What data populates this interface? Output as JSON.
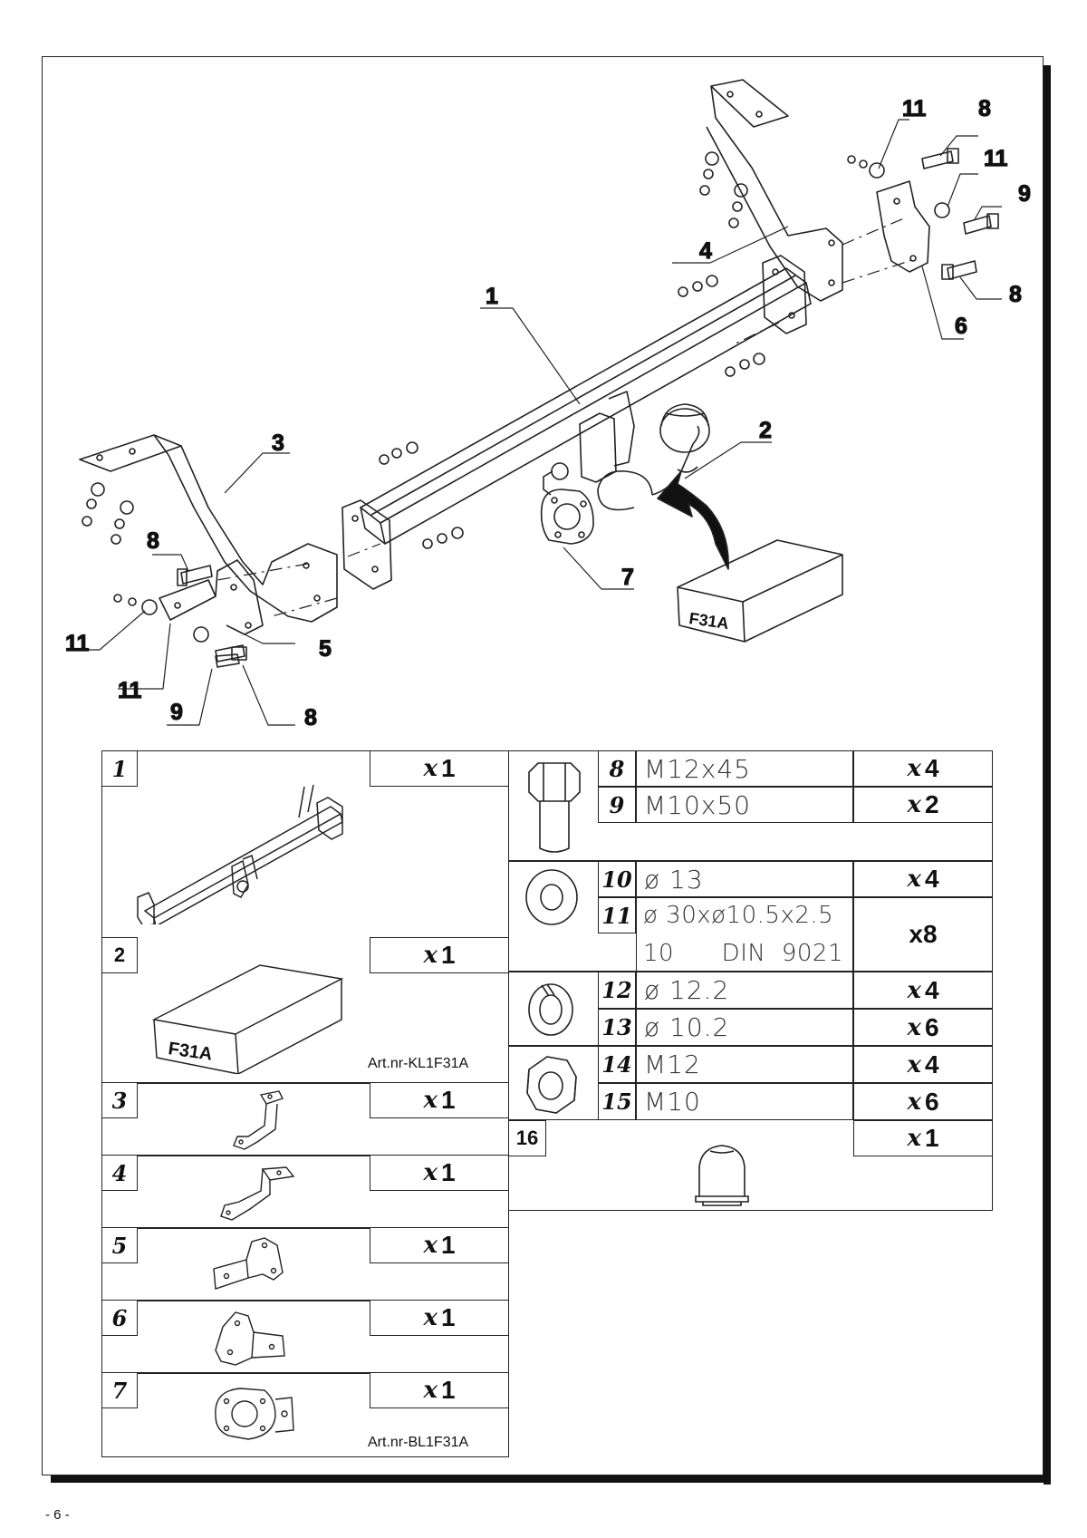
{
  "callouts": {
    "c1": "1",
    "c2": "2",
    "c3": "3",
    "c4": "4",
    "c5": "5",
    "c6": "6",
    "c7": "7",
    "c8a": "8",
    "c8b": "8",
    "c8c": "8",
    "c8d": "8",
    "c9a": "9",
    "c9b": "9",
    "c11a": "11",
    "c11b": "11",
    "c11c": "11",
    "c11d": "11"
  },
  "box_label": "F31A",
  "parts_left": [
    {
      "num": "1",
      "qty_x": "x",
      "qty": "1",
      "note": ""
    },
    {
      "num": "2",
      "qty_x": "x",
      "qty": "1",
      "note": "Art.nr-KL1F31A",
      "box_label": "F31A"
    },
    {
      "num": "3",
      "qty_x": "x",
      "qty": "1",
      "note": ""
    },
    {
      "num": "4",
      "qty_x": "x",
      "qty": "1",
      "note": ""
    },
    {
      "num": "5",
      "qty_x": "x",
      "qty": "1",
      "note": ""
    },
    {
      "num": "6",
      "qty_x": "x",
      "qty": "1",
      "note": ""
    },
    {
      "num": "7",
      "qty_x": "x",
      "qty": "1",
      "note": "Art.nr-BL1F31A"
    }
  ],
  "parts_right": [
    {
      "num": "8",
      "spec": "M12x45",
      "qty_x": "x",
      "qty": "4"
    },
    {
      "num": "9",
      "spec": "M10x50",
      "qty_x": "x",
      "qty": "2"
    },
    {
      "num": "10",
      "spec": "ø 13",
      "qty_x": "x",
      "qty": "4"
    },
    {
      "num": "11",
      "spec": "ø 30xø10.5x2.5",
      "spec2": "10      DIN  9021",
      "qty": "x8"
    },
    {
      "num": "12",
      "spec": "ø 12.2",
      "qty_x": "x",
      "qty": "4"
    },
    {
      "num": "13",
      "spec": "ø 10.2",
      "qty_x": "x",
      "qty": "6"
    },
    {
      "num": "14",
      "spec": "M12",
      "qty_x": "x",
      "qty": "4"
    },
    {
      "num": "15",
      "spec": "M10",
      "qty_x": "x",
      "qty": "6"
    },
    {
      "num": "16",
      "spec": "",
      "qty_x": "x",
      "qty": "1"
    }
  ],
  "page_number": "- 6 -"
}
